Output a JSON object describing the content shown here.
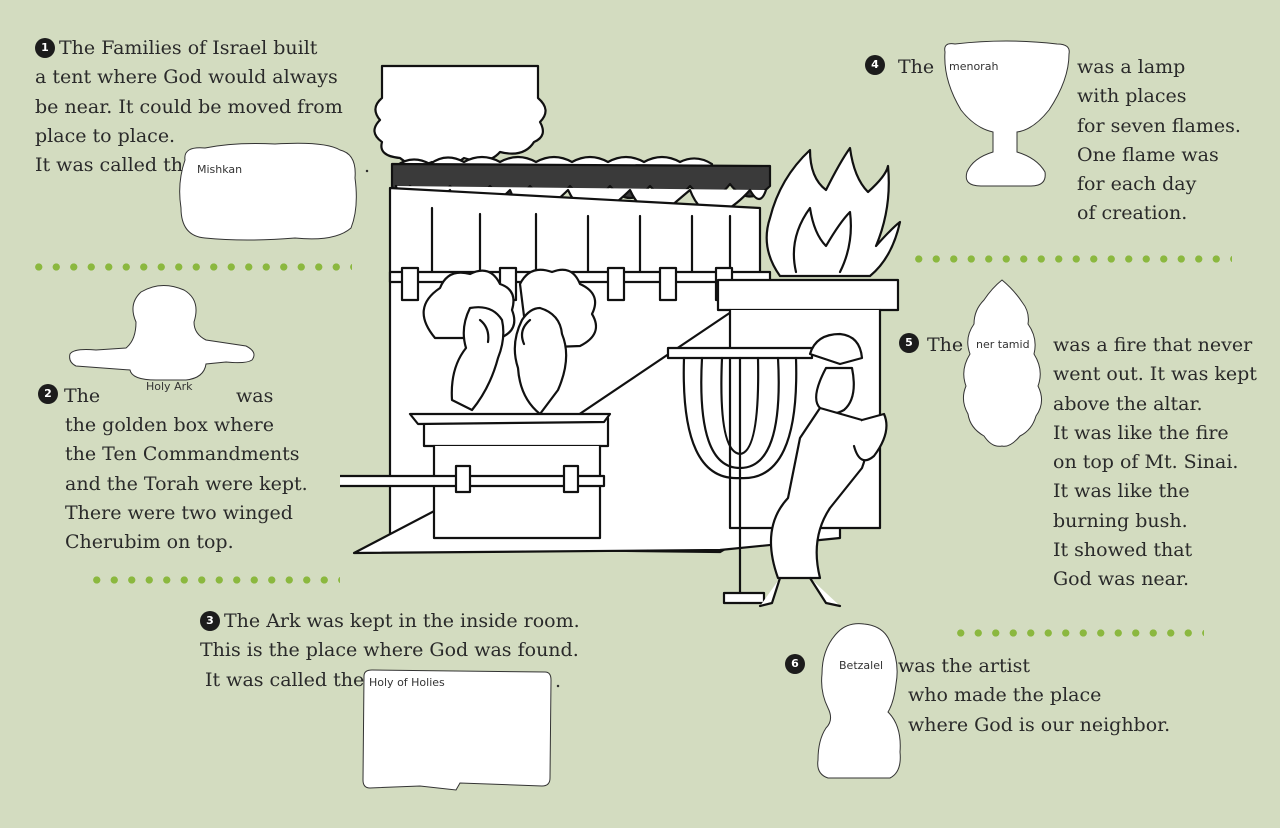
{
  "sections": {
    "s1": {
      "number": "1",
      "lines": [
        "The Families of Israel built",
        "a tent where God would always",
        "be near. It could be moved from",
        "place to place.",
        "It was called the"
      ],
      "end": ".",
      "answer": "Mishkan"
    },
    "s2": {
      "number": "2",
      "word_before": "The",
      "word_after": "was",
      "lines": [
        "the golden box where",
        "the Ten Commandments",
        "and the Torah were kept.",
        "There were two winged",
        "Cherubim on top."
      ],
      "answer": "Holy Ark"
    },
    "s3": {
      "number": "3",
      "lines": [
        "The Ark was kept in the inside room.",
        "This is the place where God was found.",
        "It was called the"
      ],
      "end": ".",
      "answer": "Holy of Holies"
    },
    "s4": {
      "number": "4",
      "word_before": "The",
      "lines": [
        "was a lamp",
        "with places",
        "for seven flames.",
        "One flame was",
        "for each day",
        "of creation."
      ],
      "answer": "menorah"
    },
    "s5": {
      "number": "5",
      "word_before": "The",
      "lines": [
        "was a fire that never",
        "went out. It was kept",
        "above the altar.",
        "It was like the fire",
        "on top of Mt. Sinai.",
        "It was like the",
        "burning bush.",
        "It showed that",
        "God was near."
      ],
      "answer": "ner tamid"
    },
    "s6": {
      "number": "6",
      "lines": [
        "was the artist",
        "who made the place",
        "where God is our neighbor."
      ],
      "answer": "Betzalel"
    }
  },
  "colors": {
    "background": "#d3dcc0",
    "dots": "#8bb83f",
    "badge": "#1c1c1c",
    "ink": "#111111"
  }
}
